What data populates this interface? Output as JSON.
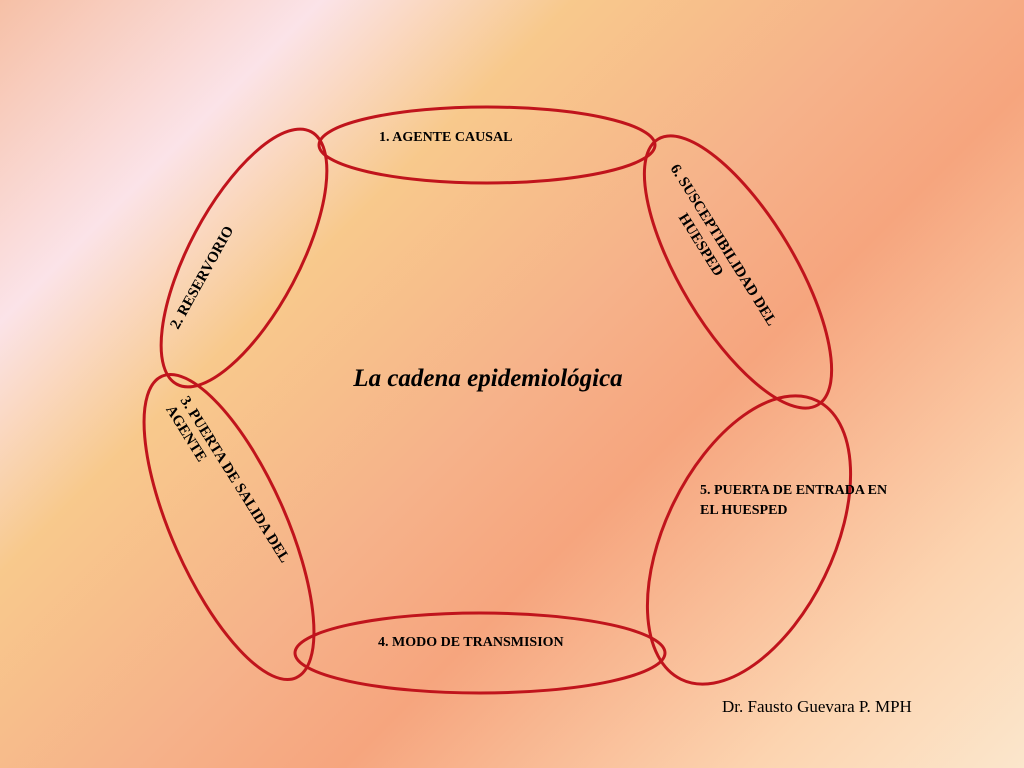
{
  "title": "La cadena epidemiológica",
  "links": {
    "l1": "1. AGENTE CAUSAL",
    "l2": "2. RESERVORIO",
    "l3a": "3. PUERTA DE SALIDA DEL",
    "l3b": "AGENTE",
    "l4": "4. MODO DE TRANSMISION",
    "l5a": "5. PUERTA DE ENTRADA EN",
    "l5b": "EL HUESPED",
    "l6a": "6. SUSCEPTIBILIDAD DEL",
    "l6b": "HUESPED"
  },
  "author": "Dr. Fausto Guevara P. MPH",
  "colors": {
    "ring": "#c0141c"
  }
}
